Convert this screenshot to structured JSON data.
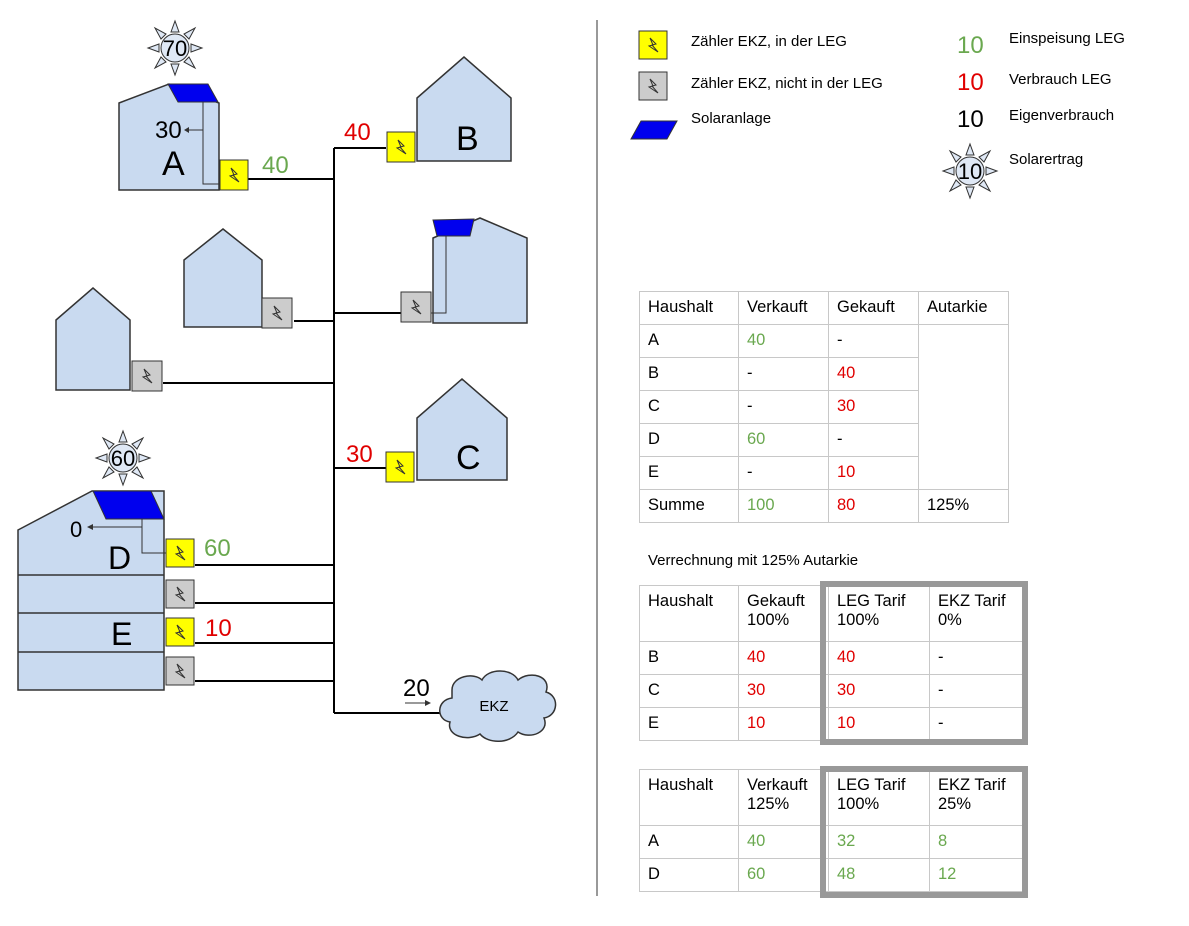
{
  "colors": {
    "house_fill": "#c9daf0",
    "meter_leg": "#ffff00",
    "meter_non_leg": "#cccccc",
    "solar_panel": "#0000ee",
    "green": "#6aa84f",
    "red": "#e00000",
    "highlight_border": "#999999"
  },
  "icons": [
    "lightning-icon",
    "sun-icon",
    "cloud-icon",
    "arrow-icon"
  ],
  "diagram": {
    "suns": [
      {
        "value": "70"
      },
      {
        "value": "60"
      }
    ],
    "houses": [
      {
        "label": "A",
        "self_consumption": "30",
        "feed_in": "40"
      },
      {
        "label": "B",
        "consumption": "40"
      },
      {
        "label": "C",
        "consumption": "30"
      },
      {
        "label": "D",
        "self_consumption": "0",
        "feed_in": "60"
      },
      {
        "label": "E",
        "consumption": "10"
      }
    ],
    "grid": {
      "label": "EKZ",
      "value": "20"
    }
  },
  "legend": {
    "meter_leg": "Zähler EKZ, in der LEG",
    "meter_non_leg": "Zähler EKZ, nicht in der LEG",
    "solar": "Solaranlage",
    "feed_in": {
      "num": "10",
      "label": "Einspeisung LEG"
    },
    "consumption": {
      "num": "10",
      "label": "Verbrauch LEG"
    },
    "self": {
      "num": "10",
      "label": "Eigenverbrauch"
    },
    "yield": {
      "num": "10",
      "label": "Solarertrag"
    }
  },
  "table1": {
    "headers": [
      "Haushalt",
      "Verkauft",
      "Gekauft",
      "Autarkie"
    ],
    "rows": [
      [
        "A",
        "40",
        "-"
      ],
      [
        "B",
        "-",
        "40"
      ],
      [
        "C",
        "-",
        "30"
      ],
      [
        "D",
        "60",
        "-"
      ],
      [
        "E",
        "-",
        "10"
      ]
    ],
    "sum": [
      "Summe",
      "100",
      "80",
      "125%"
    ]
  },
  "caption": "Verrechnung mit 125% Autarkie",
  "table2": {
    "headers": [
      [
        "Haushalt",
        ""
      ],
      [
        "Gekauft",
        "100%"
      ],
      [
        "LEG Tarif",
        "100%"
      ],
      [
        "EKZ Tarif",
        "0%"
      ]
    ],
    "rows": [
      [
        "B",
        "40",
        "40",
        "-"
      ],
      [
        "C",
        "30",
        "30",
        "-"
      ],
      [
        "E",
        "10",
        "10",
        "-"
      ]
    ]
  },
  "table3": {
    "headers": [
      [
        "Haushalt",
        ""
      ],
      [
        "Verkauft",
        "125%"
      ],
      [
        "LEG Tarif",
        "100%"
      ],
      [
        "EKZ Tarif",
        "25%"
      ]
    ],
    "rows": [
      [
        "A",
        "40",
        "32",
        "8"
      ],
      [
        "D",
        "60",
        "48",
        "12"
      ]
    ]
  }
}
